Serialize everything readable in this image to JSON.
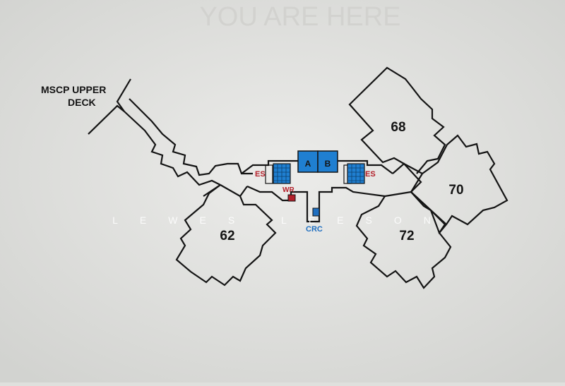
{
  "sign": {
    "header": "YOU ARE HERE",
    "watermark": "LEWES LEESON",
    "deck_label_line1": "MSCP UPPER",
    "deck_label_line2": "DECK"
  },
  "blocks": {
    "b62": "62",
    "b68": "68",
    "b70": "70",
    "b72": "72"
  },
  "facilities": {
    "lift_a": "A",
    "lift_b": "B",
    "es_left": "ES",
    "es_right": "ES",
    "wr": "WR",
    "crc": "CRC"
  },
  "colors": {
    "lift_blue": "#1f7fd1",
    "accessible_red": "#b3202a",
    "crc_blue": "#1f6fc0",
    "outline": "#141414",
    "background": "#e4e5e2"
  }
}
